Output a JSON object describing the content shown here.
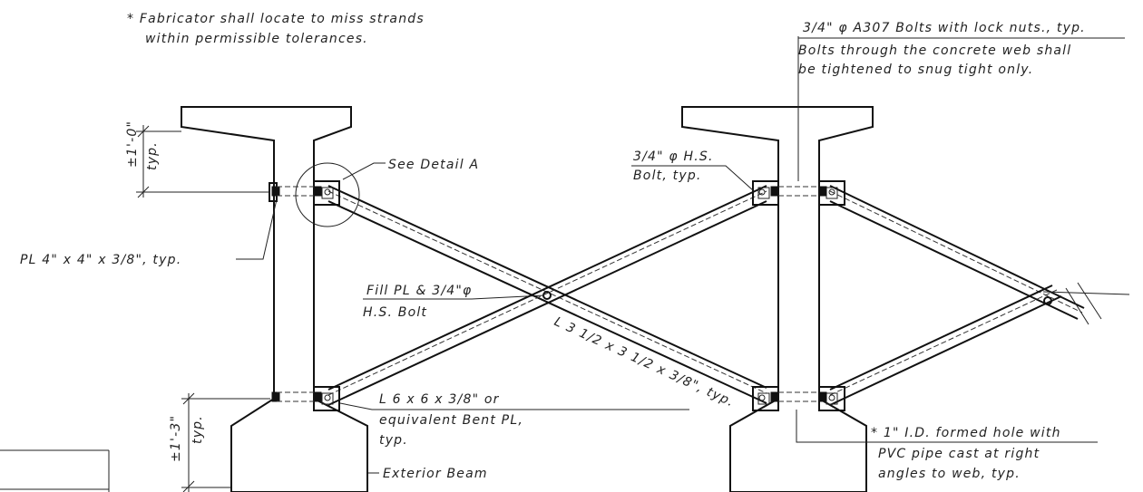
{
  "notes": {
    "fabricator_line1": "* Fabricator shall locate to miss strands",
    "fabricator_line2": "within permissible tolerances.",
    "a307_line1": "3/4\" φ A307 Bolts with lock nuts., typ.",
    "a307_line2": "Bolts through the concrete web shall",
    "a307_line3": "be tightened to snug tight only.",
    "see_detail": "See Detail A",
    "hs_bolt_line1": "3/4\" φ H.S.",
    "hs_bolt_line2": "Bolt, typ.",
    "plate": "PL 4\" x 4\" x 3/8\", typ.",
    "fill_line1": "Fill PL & 3/4\"φ",
    "fill_line2": "H.S. Bolt",
    "angle_cross": "L 3 1/2 x 3 1/2 x 3/8\", typ.",
    "angle_bot_line1": "L 6 x 6 x 3/8\" or",
    "angle_bot_line2": "equivalent Bent PL,",
    "angle_bot_line3": "typ.",
    "exterior_beam": "Exterior Beam",
    "formed_hole_line1": "* 1\" I.D. formed hole with",
    "formed_hole_line2": "PVC pipe cast at right",
    "formed_hole_line3": "angles to web, typ.",
    "dim_top_value": "±1'-0\"",
    "dim_top_typ": "typ.",
    "dim_bot_value": "±1'-3\"",
    "dim_bot_typ": "typ."
  }
}
